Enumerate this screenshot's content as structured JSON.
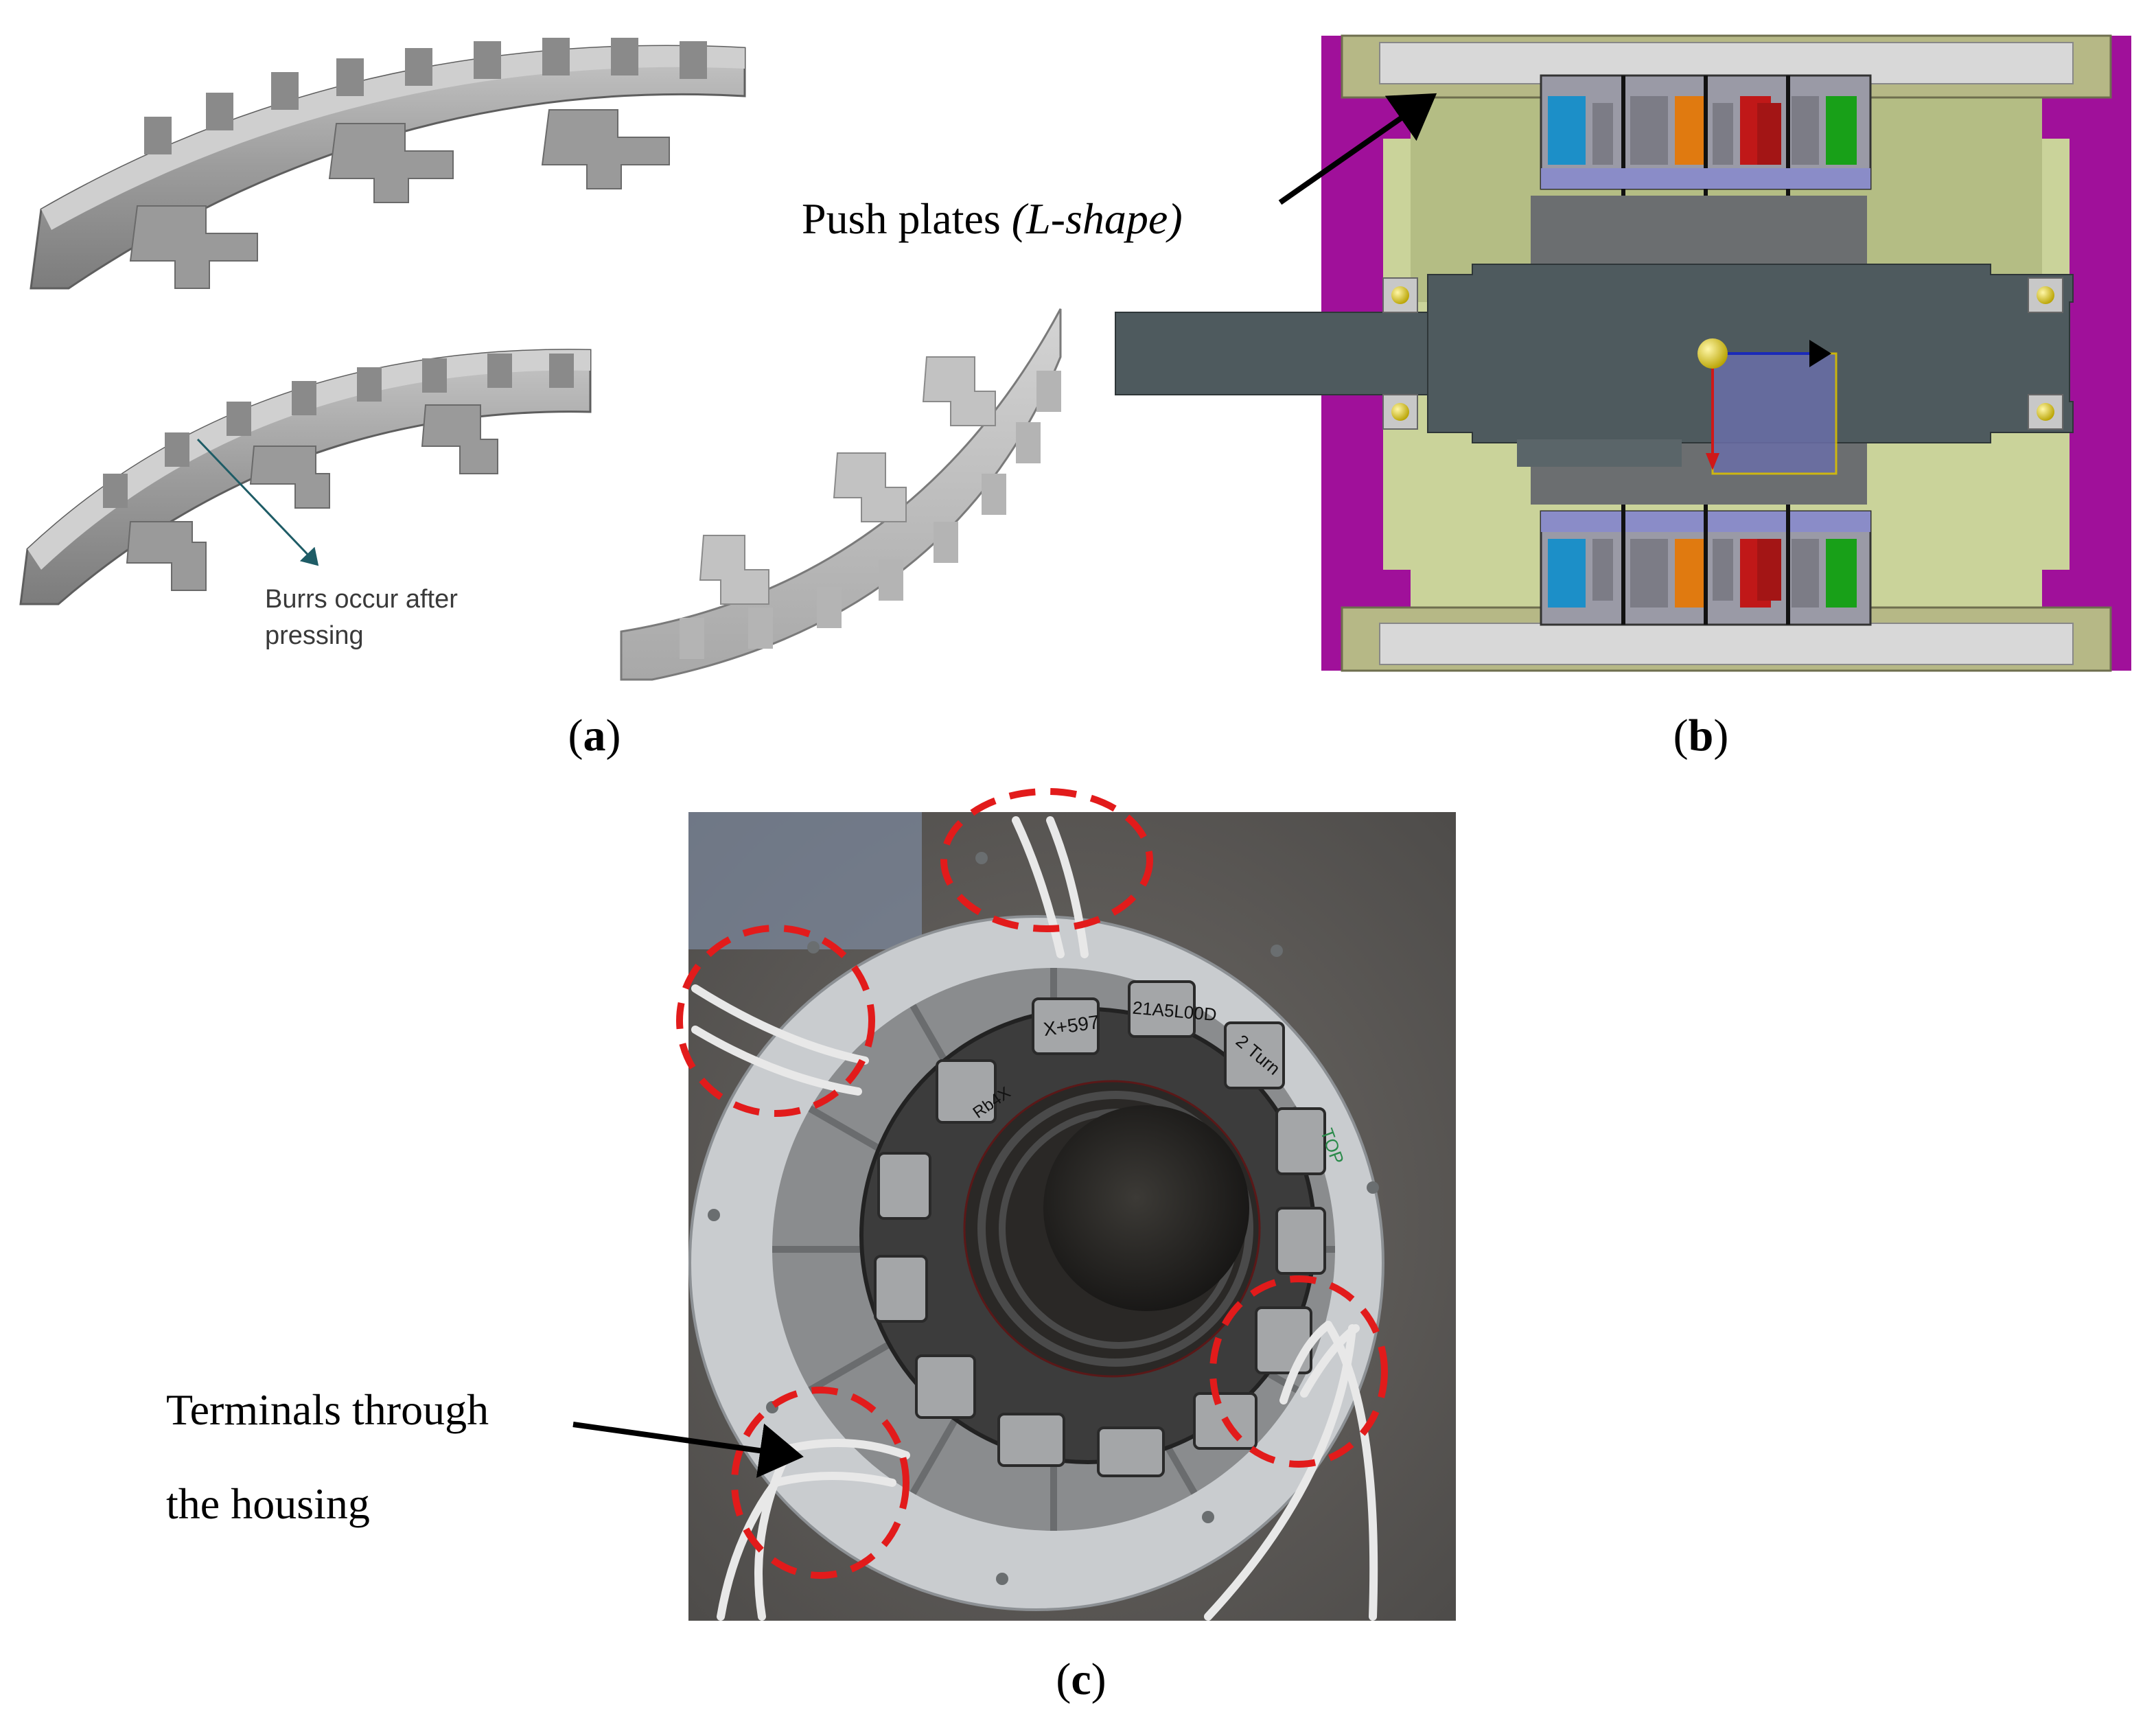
{
  "panels": {
    "a": {
      "label_letter": "a",
      "burr_note_line1": "Burrs occur after",
      "burr_note_line2": "pressing"
    },
    "b": {
      "label_letter": "b",
      "push_plates_main": "Push plates ",
      "push_plates_italic": "(L-shape)"
    },
    "c": {
      "label_letter": "c",
      "terminals_line1": "Terminals through",
      "terminals_line2": "the housing",
      "segment_marks": [
        "X+597",
        "21A5L00D",
        "2 Turn",
        "TOP",
        "Rb4X"
      ]
    }
  },
  "colors": {
    "highlight_circle": "#e21b1b",
    "housing_magenta": "#a0109a",
    "housing_olive": "#c9d49a",
    "shaft_gray": "#4e5a5e",
    "coil_blue": "#1c8fc8",
    "coil_orange": "#e07a10",
    "coil_red": "#c01818",
    "coil_green": "#18a018"
  }
}
